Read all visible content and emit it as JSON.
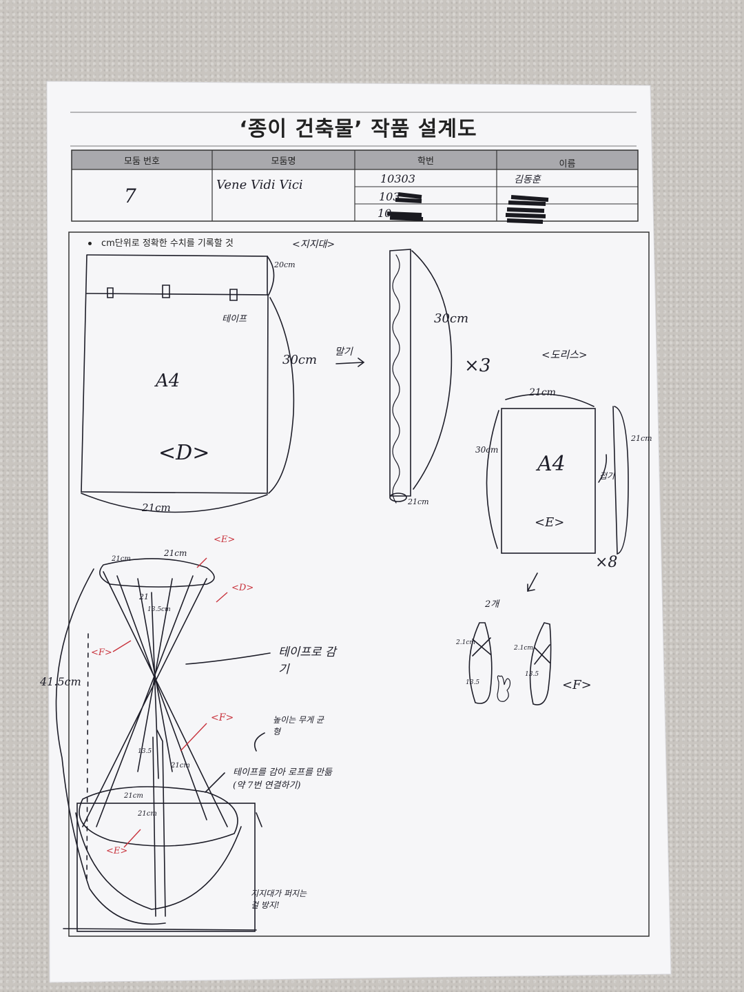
{
  "document": {
    "title": "‘종이 건축물’ 작품 설계도",
    "note": "cm단위로 정확한 수치를 기록할 것"
  },
  "header_table": {
    "columns": [
      "모둠 번호",
      "모둠명",
      "학번",
      "이름"
    ],
    "group_number": "7",
    "group_name": "Vene  Vidi  Vici",
    "student_ids": [
      "10303",
      "103",
      "10"
    ],
    "names": [
      "김동훈",
      "",
      ""
    ]
  },
  "sketch_labels": {
    "top_left_caption": "<지지대>",
    "d_top_dim": "20cm",
    "d_tape": "테이프",
    "d_height": "30cm",
    "d_sheet": "A4",
    "d_tag": "<D>",
    "d_width": "21cm",
    "roll_arrow": "말기",
    "roll_height": "30cm",
    "roll_times": "×3",
    "roll_diameter": "21cm",
    "e_caption": "<도리스>",
    "e_width": "21cm",
    "e_height": "30cm",
    "e_sheet": "A4",
    "e_tag": "<E>",
    "e_side_dim": "21cm",
    "e_fold": "접기",
    "e_times": "×8",
    "f_count": "2개",
    "f_dim_a": "2.1cm",
    "f_dim_b": "13.5",
    "f_dim_c": "2.1cm",
    "f_dim_d": "13.5",
    "f_tag": "<F>",
    "assembly_height": "41.5cm",
    "asm_21a": "21cm",
    "asm_21b": "21cm",
    "asm_e": "<E>",
    "asm_d": "<D>",
    "asm_21c": "21",
    "asm_135a": "13.5cm",
    "asm_f_left": "<F>",
    "asm_tape_wrap": "테이프로 감기",
    "asm_f_mid": "<F>",
    "asm_balance": "높이는 무게 균형",
    "asm_135b": "13.5",
    "asm_21d": "21cm",
    "asm_rope": "테이프를 감아 로프를 만듦 (약 7번 연결하기)",
    "asm_21e": "21cm",
    "asm_21f": "21cm",
    "asm_e_bottom": "<E>",
    "asm_bottom_note": "지지대가 퍼지는 걸 방지!"
  }
}
